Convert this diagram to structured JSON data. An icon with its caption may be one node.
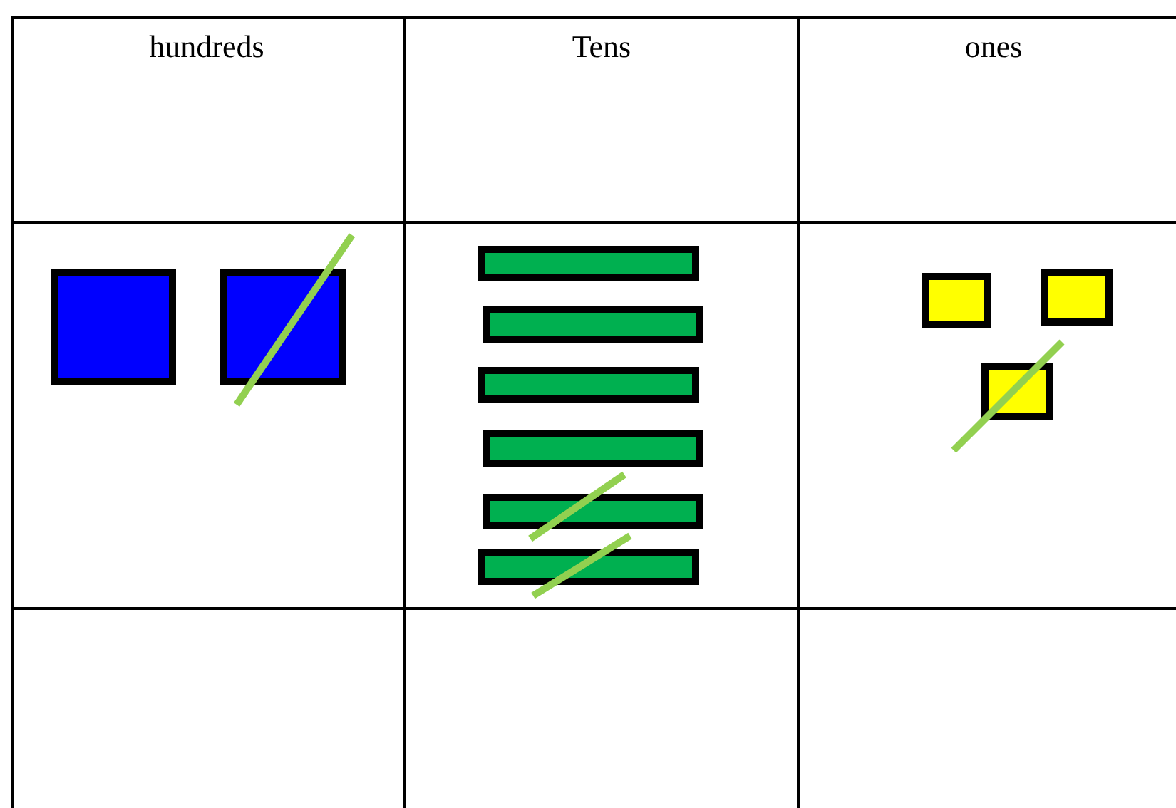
{
  "diagram": {
    "labels": [
      "hundreds",
      "Tens",
      "ones"
    ]
  }
}
